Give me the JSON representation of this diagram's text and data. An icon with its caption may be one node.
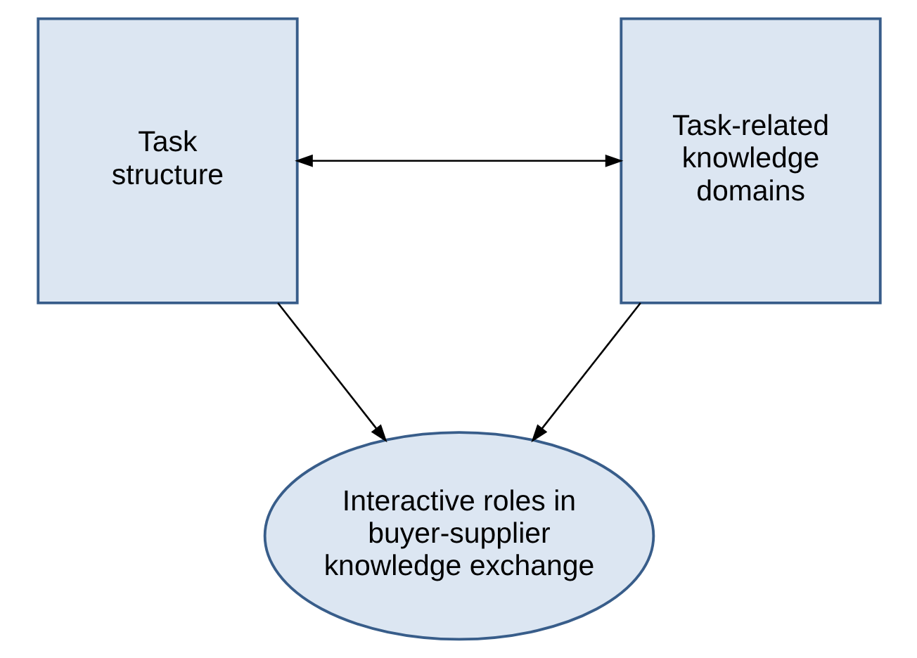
{
  "diagram": {
    "nodes": [
      {
        "text": [
          "Interactive roles in buyer-supplier knowledge exchange"
        ]
      },
      {
        "text": [
          "Task structure"
        ]
      },
      {
        "text": [
          "Task-related knowledge domains"
        ]
      }
    ],
    "edges": [
      {
        "from": 1,
        "to": 0,
        "arrow": "to"
      },
      {
        "from": 2,
        "to": 0,
        "arrow": "to"
      },
      {
        "from": 1,
        "to": 2,
        "arrow": "both"
      }
    ]
  }
}
